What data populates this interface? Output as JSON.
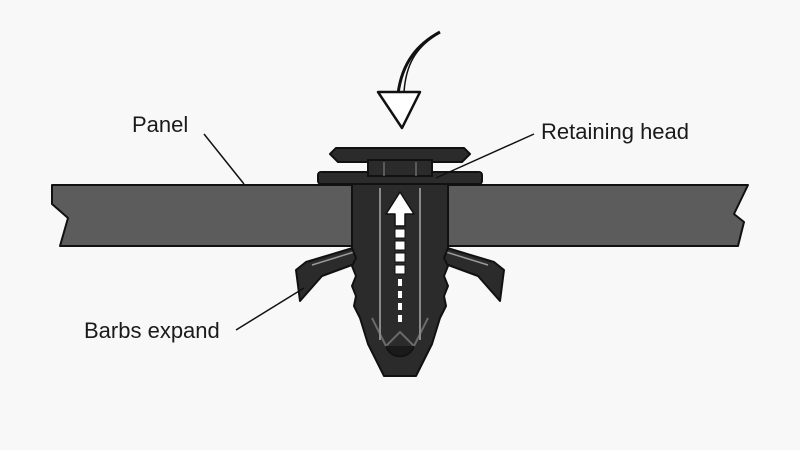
{
  "labels": {
    "panel": "Panel",
    "retaining_head": "Retaining head",
    "barbs_expand": "Barbs expand"
  },
  "icons": {
    "press_arrow": "curved-down-arrow-icon",
    "expansion_arrow": "dashed-up-arrow-icon"
  },
  "colors": {
    "background": "#f8f8f8",
    "panel": "#5c5c5c",
    "clip": "#2b2b2b",
    "outline": "#111111",
    "highlight": "#ffffff"
  }
}
